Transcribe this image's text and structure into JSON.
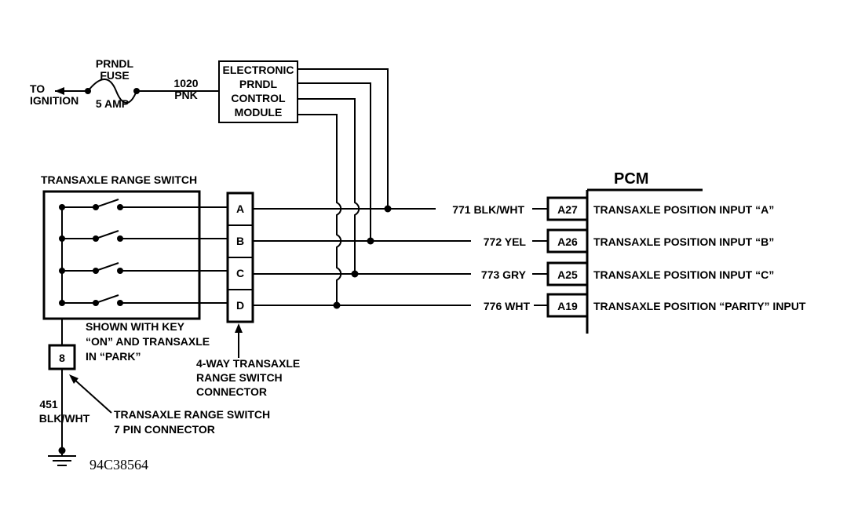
{
  "ignition": {
    "line1": "TO",
    "line2": "IGNITION"
  },
  "fuse": {
    "line1": "PRNDL",
    "line2": "FUSE",
    "rating": "5 AMP"
  },
  "feed_wire": {
    "circuit": "1020",
    "color": "PNK"
  },
  "module": {
    "lines": [
      "ELECTRONIC",
      "PRNDL",
      "CONTROL",
      "MODULE"
    ]
  },
  "range_switch": {
    "title": "TRANSAXLE RANGE SWITCH",
    "note_lines": [
      "SHOWN WITH KEY",
      "“ON” AND TRANSAXLE",
      "IN “PARK”"
    ]
  },
  "connector_4way": {
    "pins": [
      "A",
      "B",
      "C",
      "D"
    ],
    "label_lines": [
      "4-WAY TRANSAXLE",
      "RANGE SWITCH",
      "CONNECTOR"
    ]
  },
  "connector_7pin": {
    "pin": "8",
    "label_lines": [
      "TRANSAXLE RANGE SWITCH",
      "7 PIN CONNECTOR"
    ]
  },
  "ground_wire": {
    "circuit": "451",
    "color": "BLK/WHT"
  },
  "pcm": {
    "title": "PCM",
    "circuits": [
      {
        "wire": "771 BLK/WHT",
        "pin": "A27",
        "desc": "TRANSAXLE POSITION INPUT “A”"
      },
      {
        "wire": "772 YEL",
        "pin": "A26",
        "desc": "TRANSAXLE POSITION INPUT “B”"
      },
      {
        "wire": "773 GRY",
        "pin": "A25",
        "desc": "TRANSAXLE POSITION INPUT “C”"
      },
      {
        "wire": "776 WHT",
        "pin": "A19",
        "desc": "TRANSAXLE POSITION “PARITY” INPUT"
      }
    ]
  },
  "figure_id": "94C38564"
}
